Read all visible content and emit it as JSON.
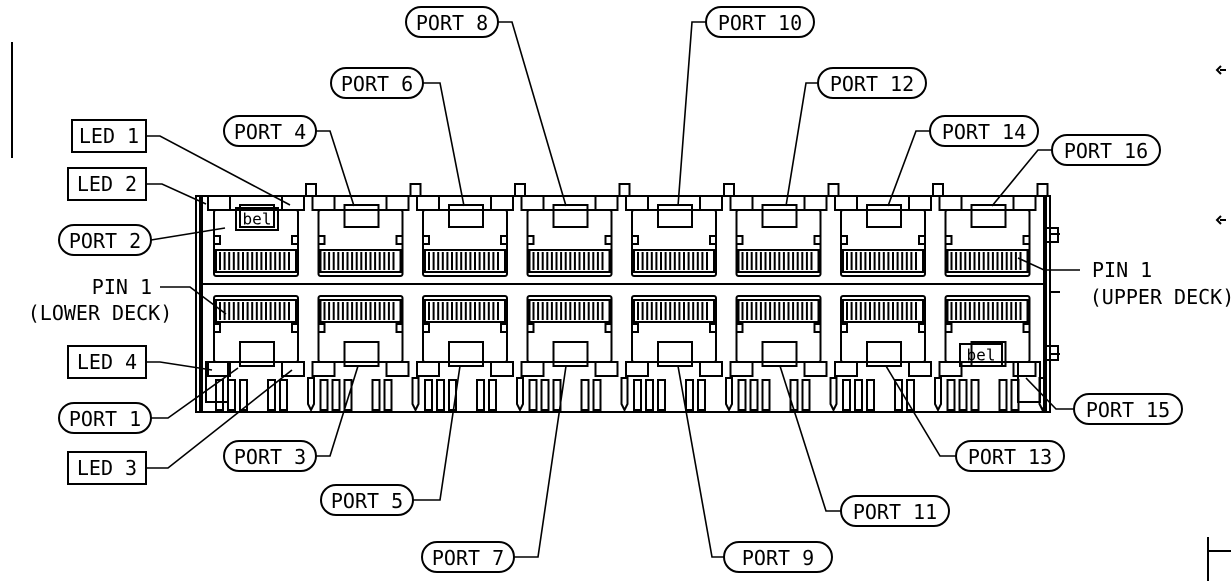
{
  "ports_top": [
    {
      "id": "p2",
      "text": "PORT 2"
    },
    {
      "id": "p4",
      "text": "PORT 4"
    },
    {
      "id": "p6",
      "text": "PORT 6"
    },
    {
      "id": "p8",
      "text": "PORT 8"
    },
    {
      "id": "p10",
      "text": "PORT 10"
    },
    {
      "id": "p12",
      "text": "PORT 12"
    },
    {
      "id": "p14",
      "text": "PORT 14"
    },
    {
      "id": "p16",
      "text": "PORT 16"
    }
  ],
  "ports_bottom": [
    {
      "id": "p1",
      "text": "PORT 1"
    },
    {
      "id": "p3",
      "text": "PORT 3"
    },
    {
      "id": "p5",
      "text": "PORT 5"
    },
    {
      "id": "p7",
      "text": "PORT 7"
    },
    {
      "id": "p9",
      "text": "PORT 9"
    },
    {
      "id": "p11",
      "text": "PORT 11"
    },
    {
      "id": "p13",
      "text": "PORT 13"
    },
    {
      "id": "p15",
      "text": "PORT 15"
    }
  ],
  "leds": [
    {
      "id": "led1",
      "text": "LED 1"
    },
    {
      "id": "led2",
      "text": "LED 2"
    },
    {
      "id": "led4",
      "text": "LED 4"
    },
    {
      "id": "led3",
      "text": "LED 3"
    }
  ],
  "pin1_lower": {
    "line1": "PIN 1",
    "line2": "(LOWER DECK)"
  },
  "pin1_upper": {
    "line1": "PIN 1",
    "line2": "(UPPER DECK)"
  },
  "logo_text": "bel",
  "connector": {
    "columns": 8,
    "decks": 2
  }
}
